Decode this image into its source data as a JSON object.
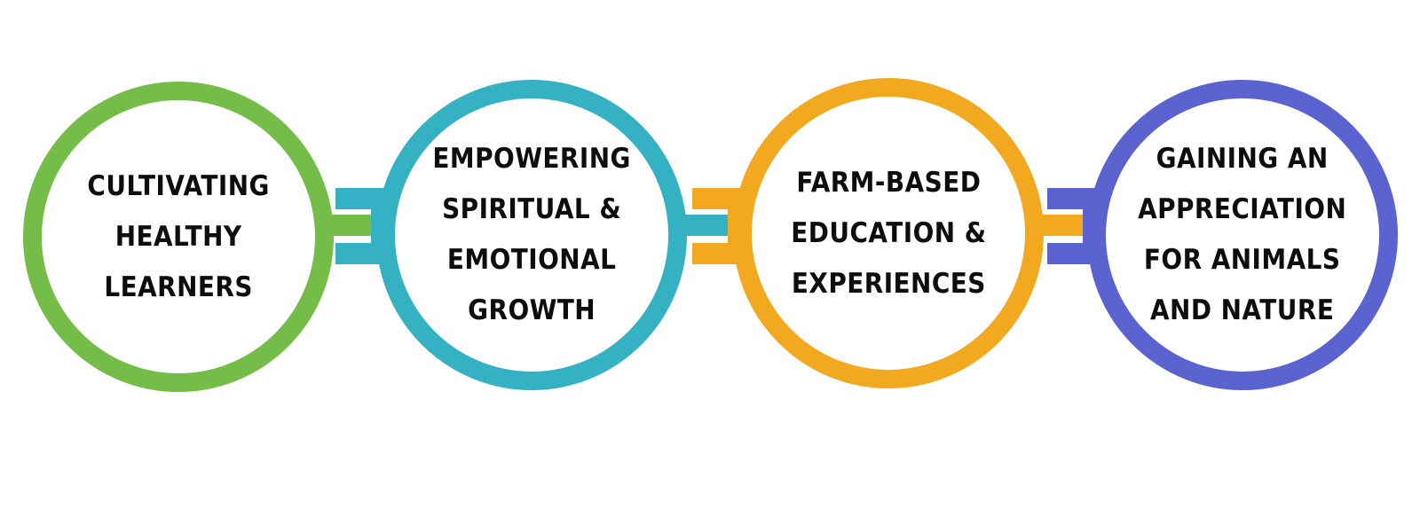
{
  "steps": [
    {
      "label": "CULTIVATING\nHEALTHY\nLEARNERS",
      "color": "#74bd48"
    },
    {
      "label": "EMPOWERING\nSPIRITUAL &\nEMOTIONAL\nGROWTH",
      "color": "#35b1c4"
    },
    {
      "label": "FARM-BASED\nEDUCATION &\nEXPERIENCES",
      "color": "#f3a91f"
    },
    {
      "label": "GAINING AN\nAPPRECIATION\nFOR ANIMALS\nAND NATURE",
      "color": "#5a63d0"
    }
  ]
}
